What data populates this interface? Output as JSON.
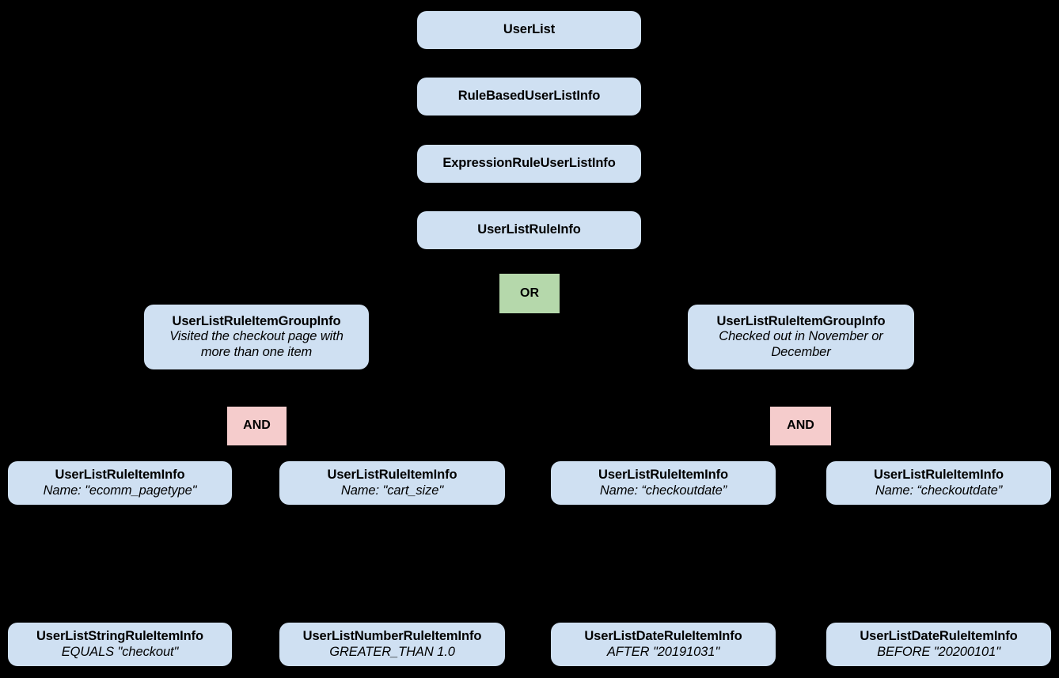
{
  "diagram": {
    "type": "entity-hierarchy-tree",
    "background_color": "#000000",
    "entity_fill": "#cfe0f2",
    "or_fill": "#b5d8ab",
    "and_fill": "#f5cccc",
    "text_color": "#000000"
  },
  "chain": [
    {
      "title": "UserList"
    },
    {
      "title": "RuleBasedUserListInfo"
    },
    {
      "title": "ExpressionRuleUserListInfo"
    },
    {
      "title": "UserListRuleInfo"
    }
  ],
  "operators": {
    "or": "OR",
    "and_left": "AND",
    "and_right": "AND"
  },
  "groups": [
    {
      "title": "UserListRuleItemGroupInfo",
      "subtitle_line1": "Visited the checkout page with",
      "subtitle_line2": "more than one item"
    },
    {
      "title": "UserListRuleItemGroupInfo",
      "subtitle_line1": "Checked out in November or",
      "subtitle_line2": "December"
    }
  ],
  "rule_items": [
    {
      "title": "UserListRuleItemInfo",
      "subtitle": "Name: \"ecomm_pagetype\""
    },
    {
      "title": "UserListRuleItemInfo",
      "subtitle": "Name: \"cart_size\""
    },
    {
      "title": "UserListRuleItemInfo",
      "subtitle": "Name: “checkoutdate”"
    },
    {
      "title": "UserListRuleItemInfo",
      "subtitle": "Name: “checkoutdate”"
    }
  ],
  "leaf_items": [
    {
      "title": "UserListStringRuleItemInfo",
      "subtitle": "EQUALS \"checkout\""
    },
    {
      "title": "UserListNumberRuleItemInfo",
      "subtitle": "GREATER_THAN 1.0"
    },
    {
      "title": "UserListDateRuleItemInfo",
      "subtitle": "AFTER \"20191031\""
    },
    {
      "title": "UserListDateRuleItemInfo",
      "subtitle": "BEFORE \"20200101\""
    }
  ]
}
